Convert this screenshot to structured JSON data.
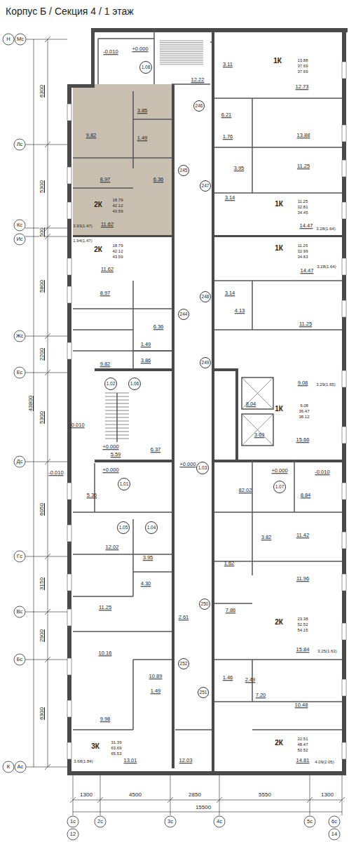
{
  "diagram": {
    "title": "Корпус Б / Секция 4 / 1 этаж",
    "nodes": [
      {
        "text": [
          "1.08"
        ]
      },
      {
        "text": [
          "246"
        ]
      },
      {
        "text": [
          "245"
        ]
      },
      {
        "text": [
          "247"
        ]
      },
      {
        "text": [
          "248"
        ]
      },
      {
        "text": [
          "244"
        ]
      },
      {
        "text": [
          "249"
        ]
      },
      {
        "text": [
          "1.02"
        ]
      },
      {
        "text": [
          "1.06"
        ]
      },
      {
        "text": [
          "1.03"
        ]
      },
      {
        "text": [
          "1.01"
        ]
      },
      {
        "text": [
          "1.07"
        ]
      },
      {
        "text": [
          "1.05"
        ]
      },
      {
        "text": [
          "1.04"
        ]
      },
      {
        "text": [
          "250"
        ]
      },
      {
        "text": [
          "252"
        ]
      },
      {
        "text": [
          "251"
        ]
      }
    ],
    "labels": [
      "Н",
      "Мс",
      "Лс",
      "Кс",
      "Ис",
      "Жс",
      "Ес",
      "Дс",
      "Гс",
      "Вс",
      "Бс",
      "К",
      "Ас",
      "6300",
      "5300",
      "500",
      "5800",
      "2200",
      "43800",
      "5300",
      "6050",
      "3150",
      "2900",
      "6300",
      "1300",
      "4500",
      "2850",
      "5550",
      "1300",
      "15500",
      "1с",
      "2с",
      "3с",
      "4с",
      "5с",
      "6с",
      "12",
      "14",
      "-0.010",
      "+0.000",
      "12.22",
      "3.11",
      "1К",
      "13.88",
      "37.69",
      "37.69",
      "12.73",
      "3.85",
      "6.21",
      "13.88",
      "9.82",
      "1.49",
      "1.76",
      "3.95",
      "11.25",
      "8.97",
      "6.36",
      "3.14",
      "2К",
      "18.79",
      "42.12",
      "43.59",
      "1К",
      "11.25",
      "32.81",
      "34.45",
      "11.62",
      "14.47",
      "3.93(1.47)",
      "3.28(1.64)",
      "1.94(1.47)",
      "2К",
      "18.79",
      "42.12",
      "43.59",
      "1К",
      "11.25",
      "32.99",
      "34.63",
      "11.62",
      "14.47",
      "3.28(1.64)",
      "3.14",
      "8.97",
      "4.13",
      "11.25",
      "6.36",
      "1.49",
      "3.86",
      "9.82",
      "9.08",
      "3.29(1.65)",
      "8.04",
      "1К",
      "9.08",
      "36.47",
      "38.12",
      "-0.010",
      "3.69",
      "+0.000",
      "6.37",
      "5.59",
      "15.66",
      "-0.010",
      "+0.000",
      "+0.000",
      "82.02",
      "+0.000",
      "-0.010",
      "5.36",
      "8.84",
      "12.02",
      "3.95",
      "3.82",
      "11.42",
      "1.62",
      "4.30",
      "11.96",
      "11.25",
      "7.86",
      "2.61",
      "2К",
      "23.38",
      "52.52",
      "54.15",
      "15.84",
      "3.25(1.63)",
      "10.16",
      "10.89",
      "1.49",
      "1.46",
      "2.49",
      "7.20",
      "9.98",
      "10.48",
      "3К",
      "31.39",
      "63.69",
      "65.53",
      "2К",
      "22.51",
      "48.47",
      "50.52",
      "3.68(1.84)",
      "13.01",
      "12.03",
      "14.81",
      "4.09(2.05)"
    ]
  }
}
